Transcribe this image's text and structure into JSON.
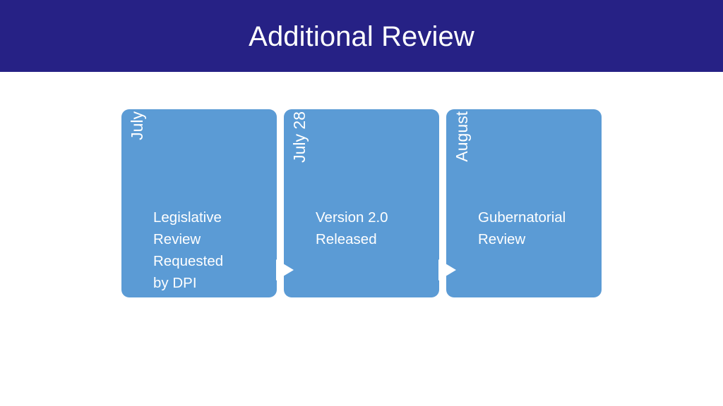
{
  "slide": {
    "background_color": "#FFFFFF",
    "title": {
      "text": "Additional Review",
      "band_color": "#262185",
      "text_color": "#FFFFFF"
    },
    "process": {
      "box_color": "#5B9BD5",
      "text_color": "#FFFFFF",
      "arrow_color": "#FFFFFF",
      "arrow_icon": "triangle-right-icon",
      "steps": [
        {
          "date": "July",
          "body": "Legislative\nReview\nRequested\nby DPI"
        },
        {
          "date": "July 28",
          "body": "Version 2.0\nReleased"
        },
        {
          "date": "August",
          "body": "Gubernatorial\nReview"
        }
      ]
    }
  }
}
